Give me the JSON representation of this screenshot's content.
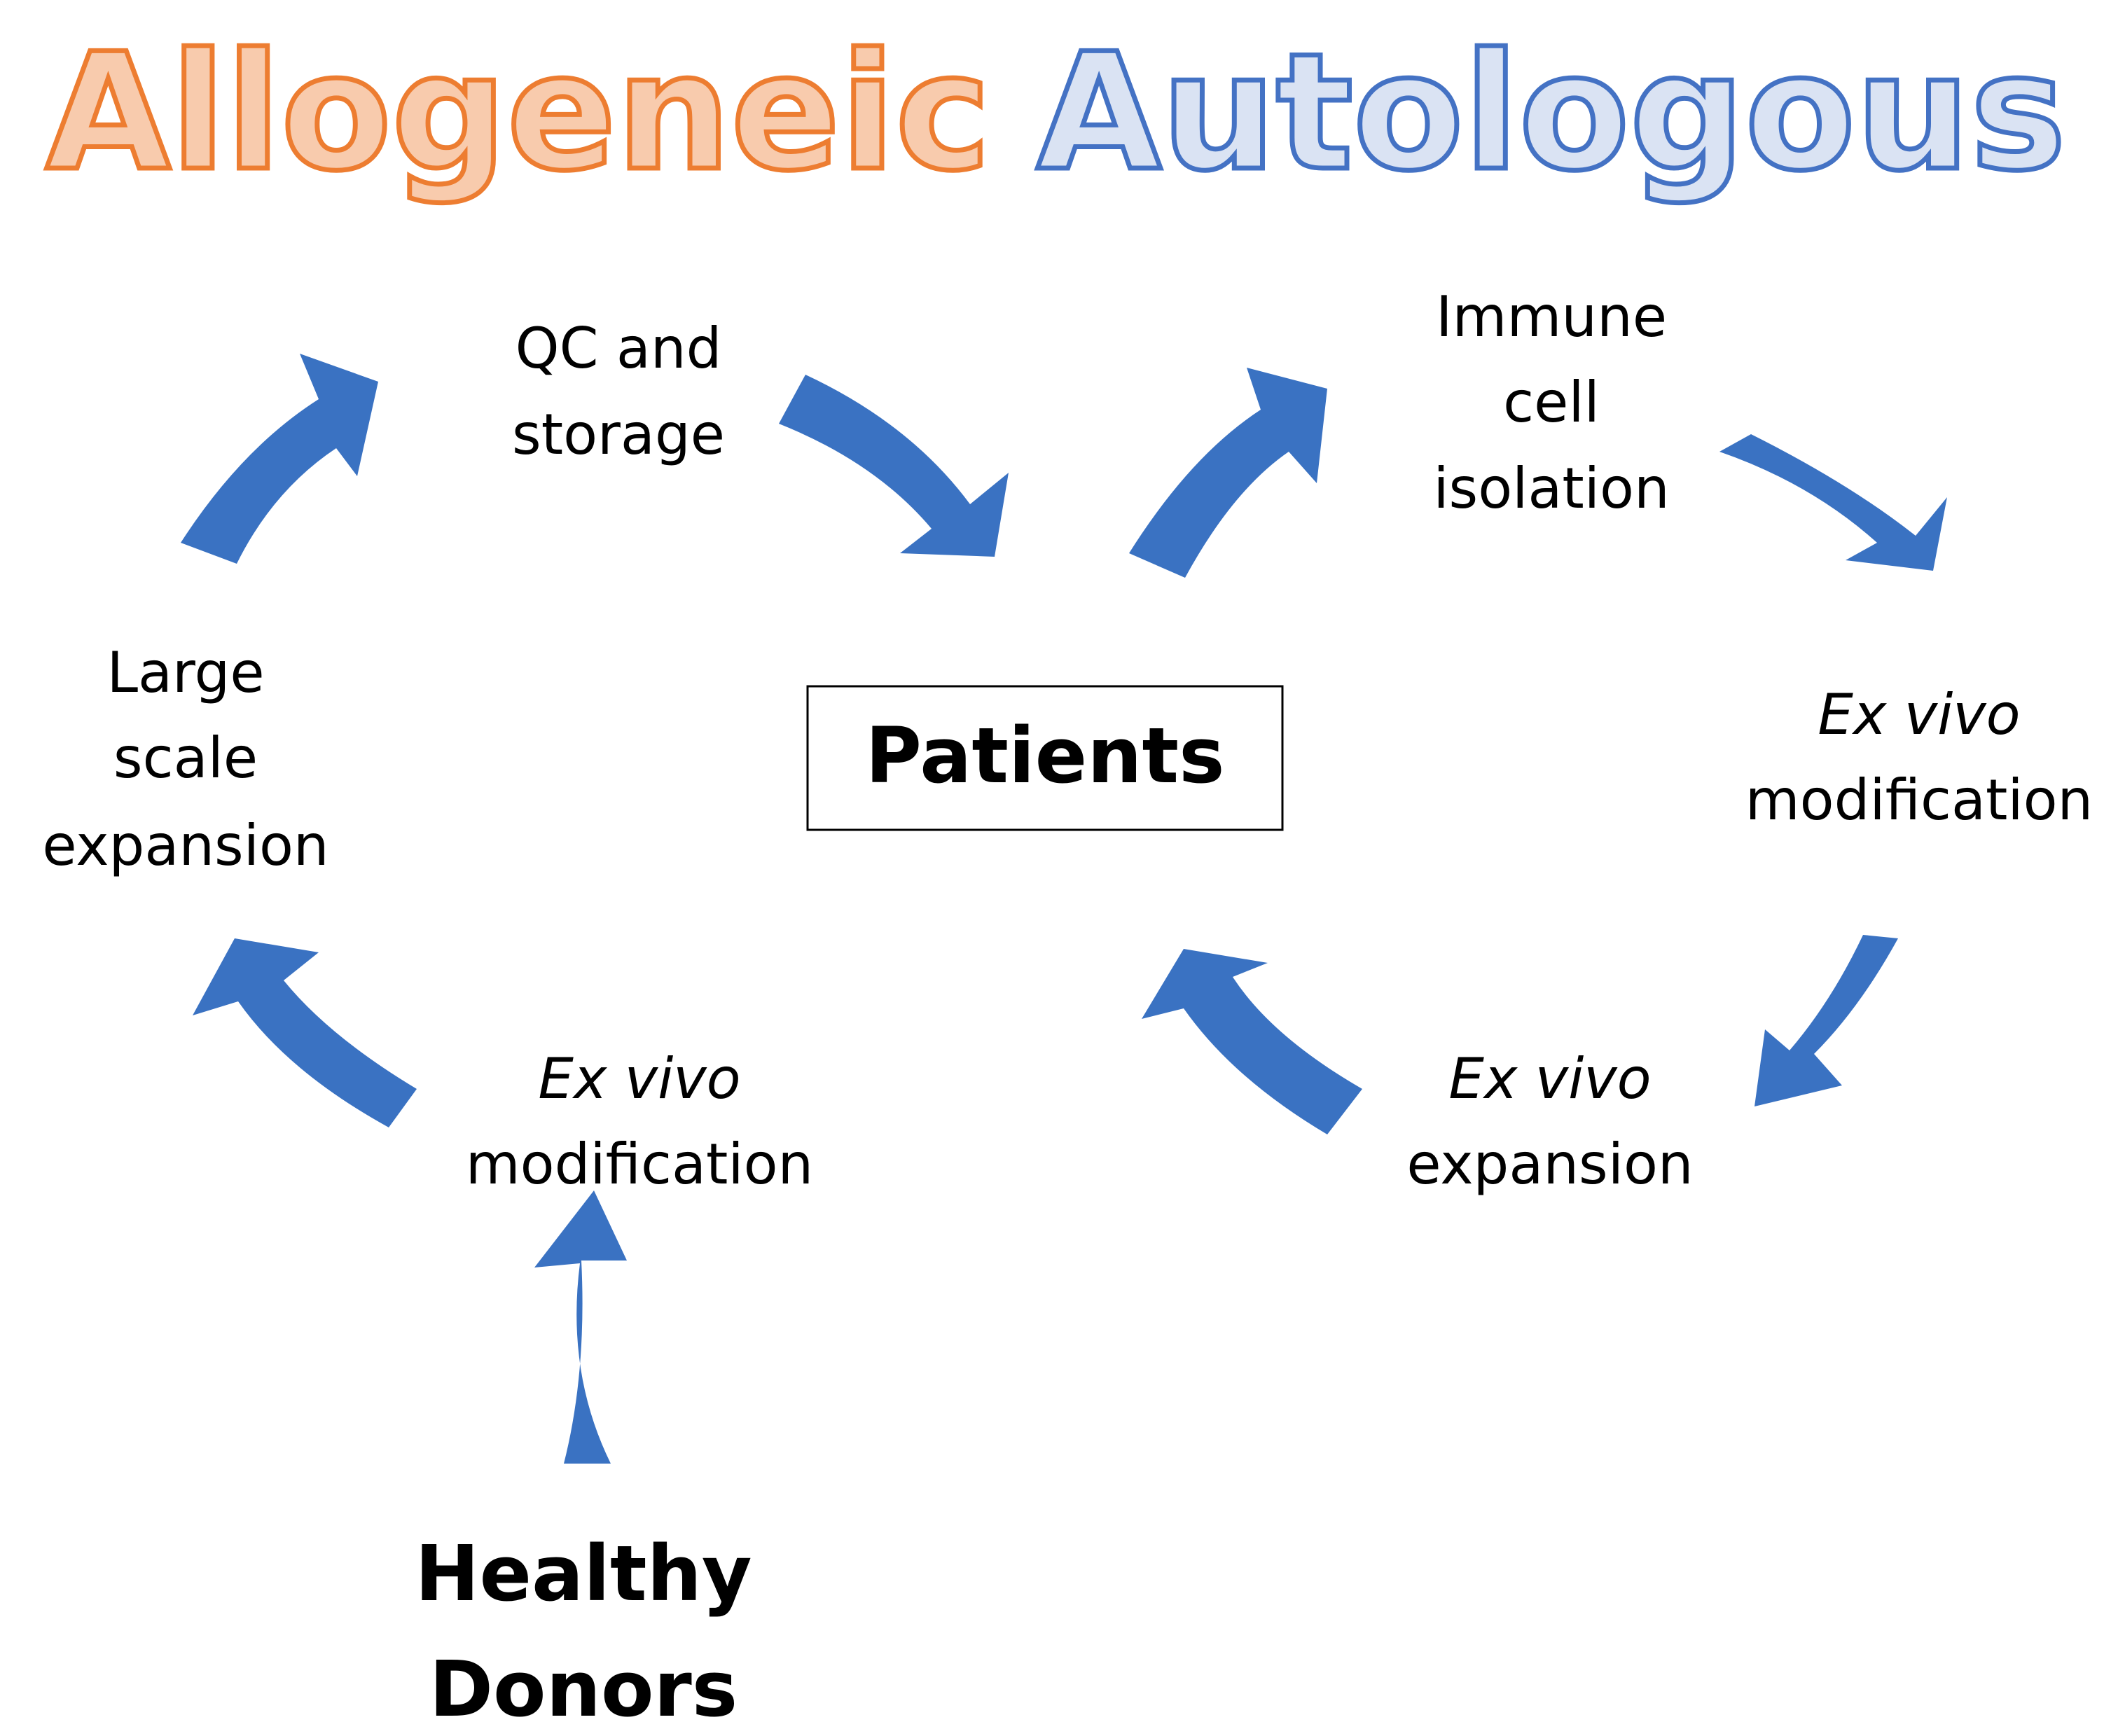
{
  "headings": {
    "left": "Allogeneic",
    "right": "Autologous"
  },
  "center": {
    "label": "Patients"
  },
  "allogeneic_steps": {
    "qc_line1": "QC and",
    "qc_line2": "storage",
    "large_line1": "Large",
    "large_line2": "scale",
    "large_line3": "expansion",
    "mod_line1": "Ex vivo",
    "mod_line2": "modification",
    "donors_line1": "Healthy",
    "donors_line2": "Donors"
  },
  "autologous_steps": {
    "iso_line1": "Immune",
    "iso_line2": "cell",
    "iso_line3": "isolation",
    "mod_line1": "Ex vivo",
    "mod_line2": "modification",
    "exp_line1": "Ex vivo",
    "exp_line2": "expansion"
  },
  "colors": {
    "allogeneic_fill": "#F8CBAD",
    "allogeneic_stroke": "#ED7D31",
    "autologous_fill": "#DAE3F3",
    "autologous_stroke": "#4472C4",
    "arrow": "#3A72C2"
  }
}
